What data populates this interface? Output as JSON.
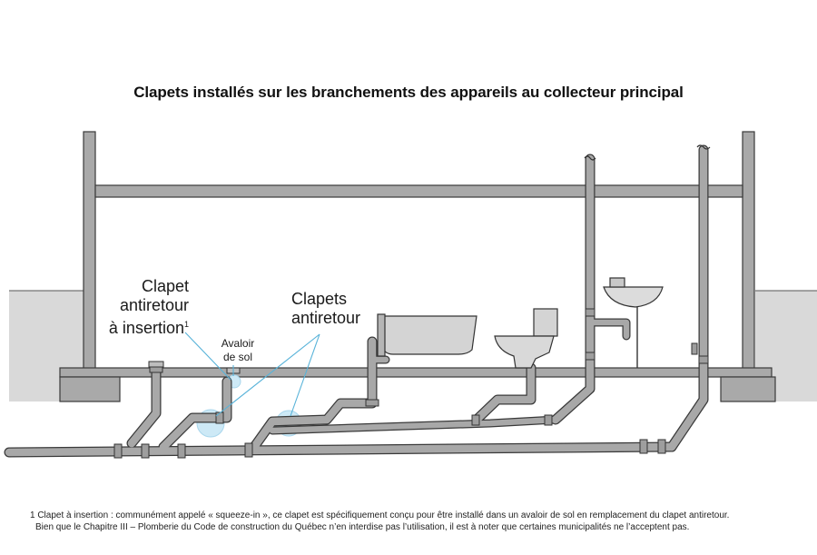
{
  "title": "Clapets installés sur les branchements des appareils au collecteur principal",
  "labels": {
    "insertion_line1": "Clapet",
    "insertion_line2": "antiretour",
    "insertion_line3": "à insertion",
    "insertion_sup": "1",
    "drain_line1": "Avaloir",
    "drain_line2": "de sol",
    "backwater_line1": "Clapets",
    "backwater_line2": "antiretour"
  },
  "footnote": {
    "line1": "1 Clapet à insertion : communément appelé « squeeze-in », ce clapet est spécifiquement conçu pour être installé dans un avaloir de sol en remplacement du clapet antiretour.",
    "line2": "Bien que le Chapitre III – Plomberie du Code de construction du Québec n’en interdise pas l’utilisation, il est à noter que certaines municipalités ne l’acceptent pas."
  },
  "colors": {
    "pipe": "#a3a3a3",
    "pipe_outline": "#3a3a3a",
    "structure": "#a8a8a8",
    "ground": "#d6d6d6",
    "highlight": "#bfe3f3"
  }
}
